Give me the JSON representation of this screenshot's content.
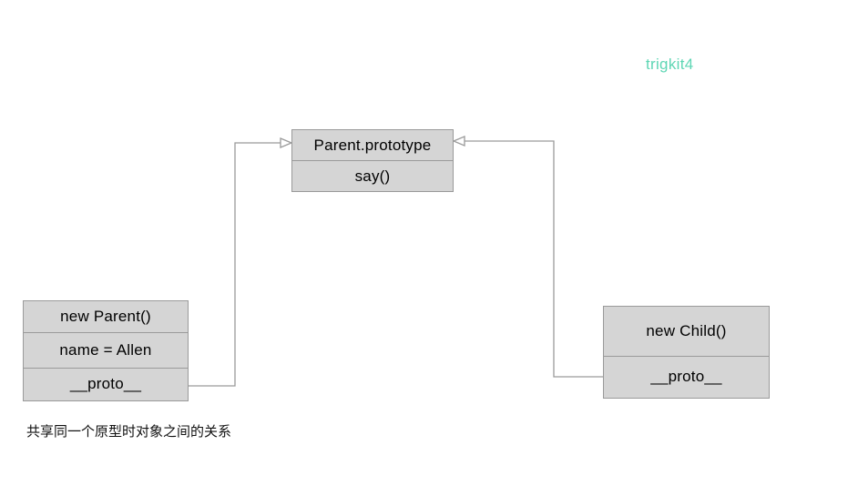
{
  "diagram": {
    "title_caption": "共享同一个原型时对象之间的关系",
    "watermark": "trigkit4",
    "colors": {
      "box_fill": "#d5d5d5",
      "box_border": "#9a9a9a",
      "connector": "#9a9a9a",
      "text": "#000000",
      "watermark": "#5ed6b4",
      "background": "#ffffff"
    },
    "boxes": {
      "parent_prototype": {
        "name": "Parent.prototype",
        "rows": [
          {
            "label": "Parent.prototype"
          },
          {
            "label": "say()"
          }
        ]
      },
      "new_parent": {
        "name": "new Parent()",
        "rows": [
          {
            "label": "new Parent()"
          },
          {
            "label": "name = Allen"
          },
          {
            "label": "__proto__"
          }
        ]
      },
      "new_child": {
        "name": "new Child()",
        "rows": [
          {
            "label": "new Child()"
          },
          {
            "label": "__proto__"
          }
        ]
      }
    },
    "connectors": [
      {
        "id": "parent-proto-to-prototype",
        "from": "new Parent().__proto__",
        "to": "Parent.prototype",
        "arrow": "open-triangle"
      },
      {
        "id": "child-proto-to-prototype",
        "from": "new Child().__proto__",
        "to": "Parent.prototype",
        "arrow": "open-triangle"
      }
    ]
  }
}
